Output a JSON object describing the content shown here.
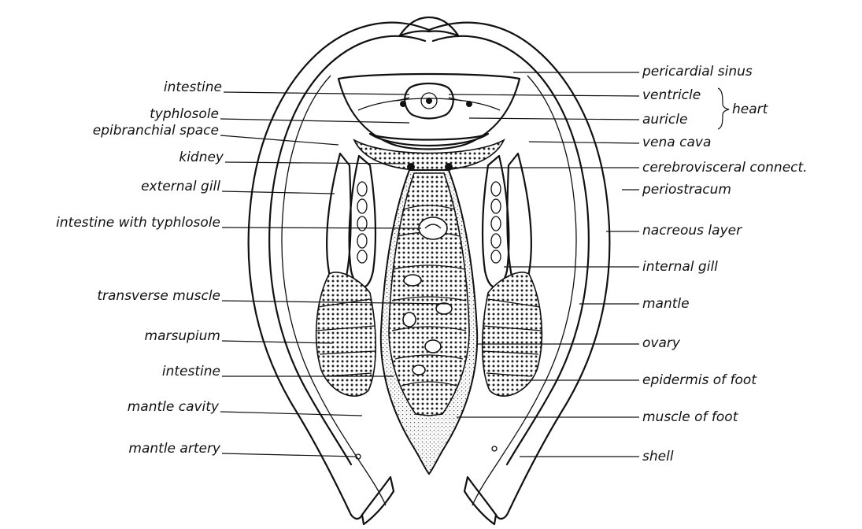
{
  "labels_left": [
    {
      "id": "intestine-top",
      "text": "intestine"
    },
    {
      "id": "typhlosole",
      "text": "typhlosole"
    },
    {
      "id": "epibranchial-space",
      "text": "epibranchial space"
    },
    {
      "id": "kidney",
      "text": "kidney"
    },
    {
      "id": "external-gill",
      "text": "external gill"
    },
    {
      "id": "intestine-with-typhlosole",
      "text": "intestine with typhlosole"
    },
    {
      "id": "transverse-muscle",
      "text": "transverse muscle"
    },
    {
      "id": "marsupium",
      "text": "marsupium"
    },
    {
      "id": "intestine-lower",
      "text": "intestine"
    },
    {
      "id": "mantle-cavity",
      "text": "mantle cavity"
    },
    {
      "id": "mantle-artery",
      "text": "mantle artery"
    }
  ],
  "labels_right": [
    {
      "id": "pericardial-sinus",
      "text": "pericardial sinus"
    },
    {
      "id": "ventricle",
      "text": "ventricle"
    },
    {
      "id": "auricle",
      "text": "auricle"
    },
    {
      "id": "vena-cava",
      "text": "vena cava"
    },
    {
      "id": "cerebrovisceral-connect",
      "text": "cerebrovisceral connect."
    },
    {
      "id": "periostracum",
      "text": "periostracum"
    },
    {
      "id": "nacreous-layer",
      "text": "nacreous layer"
    },
    {
      "id": "internal-gill",
      "text": "internal gill"
    },
    {
      "id": "mantle",
      "text": "mantle"
    },
    {
      "id": "ovary",
      "text": "ovary"
    },
    {
      "id": "epidermis-of-foot",
      "text": "epidermis of foot"
    },
    {
      "id": "muscle-of-foot",
      "text": "muscle of foot"
    },
    {
      "id": "shell",
      "text": "shell"
    }
  ],
  "bracket_label": "heart"
}
